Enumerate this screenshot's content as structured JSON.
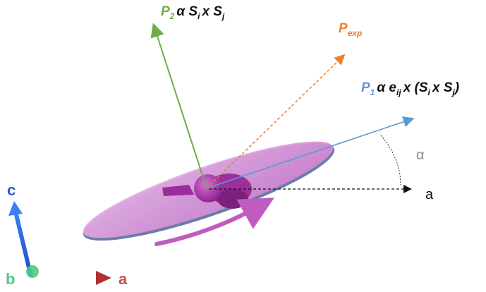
{
  "colors": {
    "p1": "#5b9bd5",
    "p2": "#70ad47",
    "pexp": "#ed7d31",
    "disk_fill": "#d98fd8",
    "disk_edge": "#5a6fa0",
    "molecule": "#a838a8",
    "rotation_arrow": "#c05cc0",
    "axis_a": "#c0504d",
    "axis_b": "#4fc98a",
    "axis_c": "#2a5fd0",
    "alpha_text": "#8a8a8a"
  },
  "labels": {
    "p2": {
      "sym": "P",
      "sub": "2",
      "body": "α S",
      "s1sub": "i",
      "x": "x S",
      "s2sub": "j"
    },
    "pexp": {
      "sym": "P",
      "sub": "exp"
    },
    "p1": {
      "sym": "P",
      "sub": "1",
      "alpha": "α e",
      "esub": "ij",
      "mid": "x (S",
      "s1sub": "i",
      "x": "x S",
      "s2sub": "j",
      "close": ")"
    },
    "alpha_angle": "α",
    "a_ref": "a",
    "axes": {
      "a": "a",
      "b": "b",
      "c": "c"
    }
  }
}
